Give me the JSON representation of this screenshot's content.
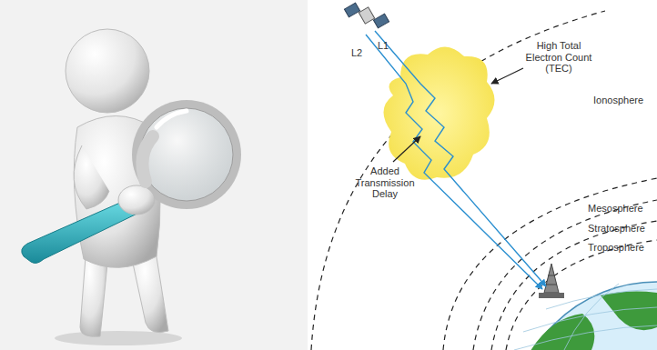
{
  "diagram": {
    "labels": [
      "L1",
      "L2",
      "High Total Electron Count (TEC)",
      "Added Transmission Delay",
      "Ionosphere",
      "Mesosphere",
      "Stratosphere",
      "Troposphere"
    ]
  }
}
